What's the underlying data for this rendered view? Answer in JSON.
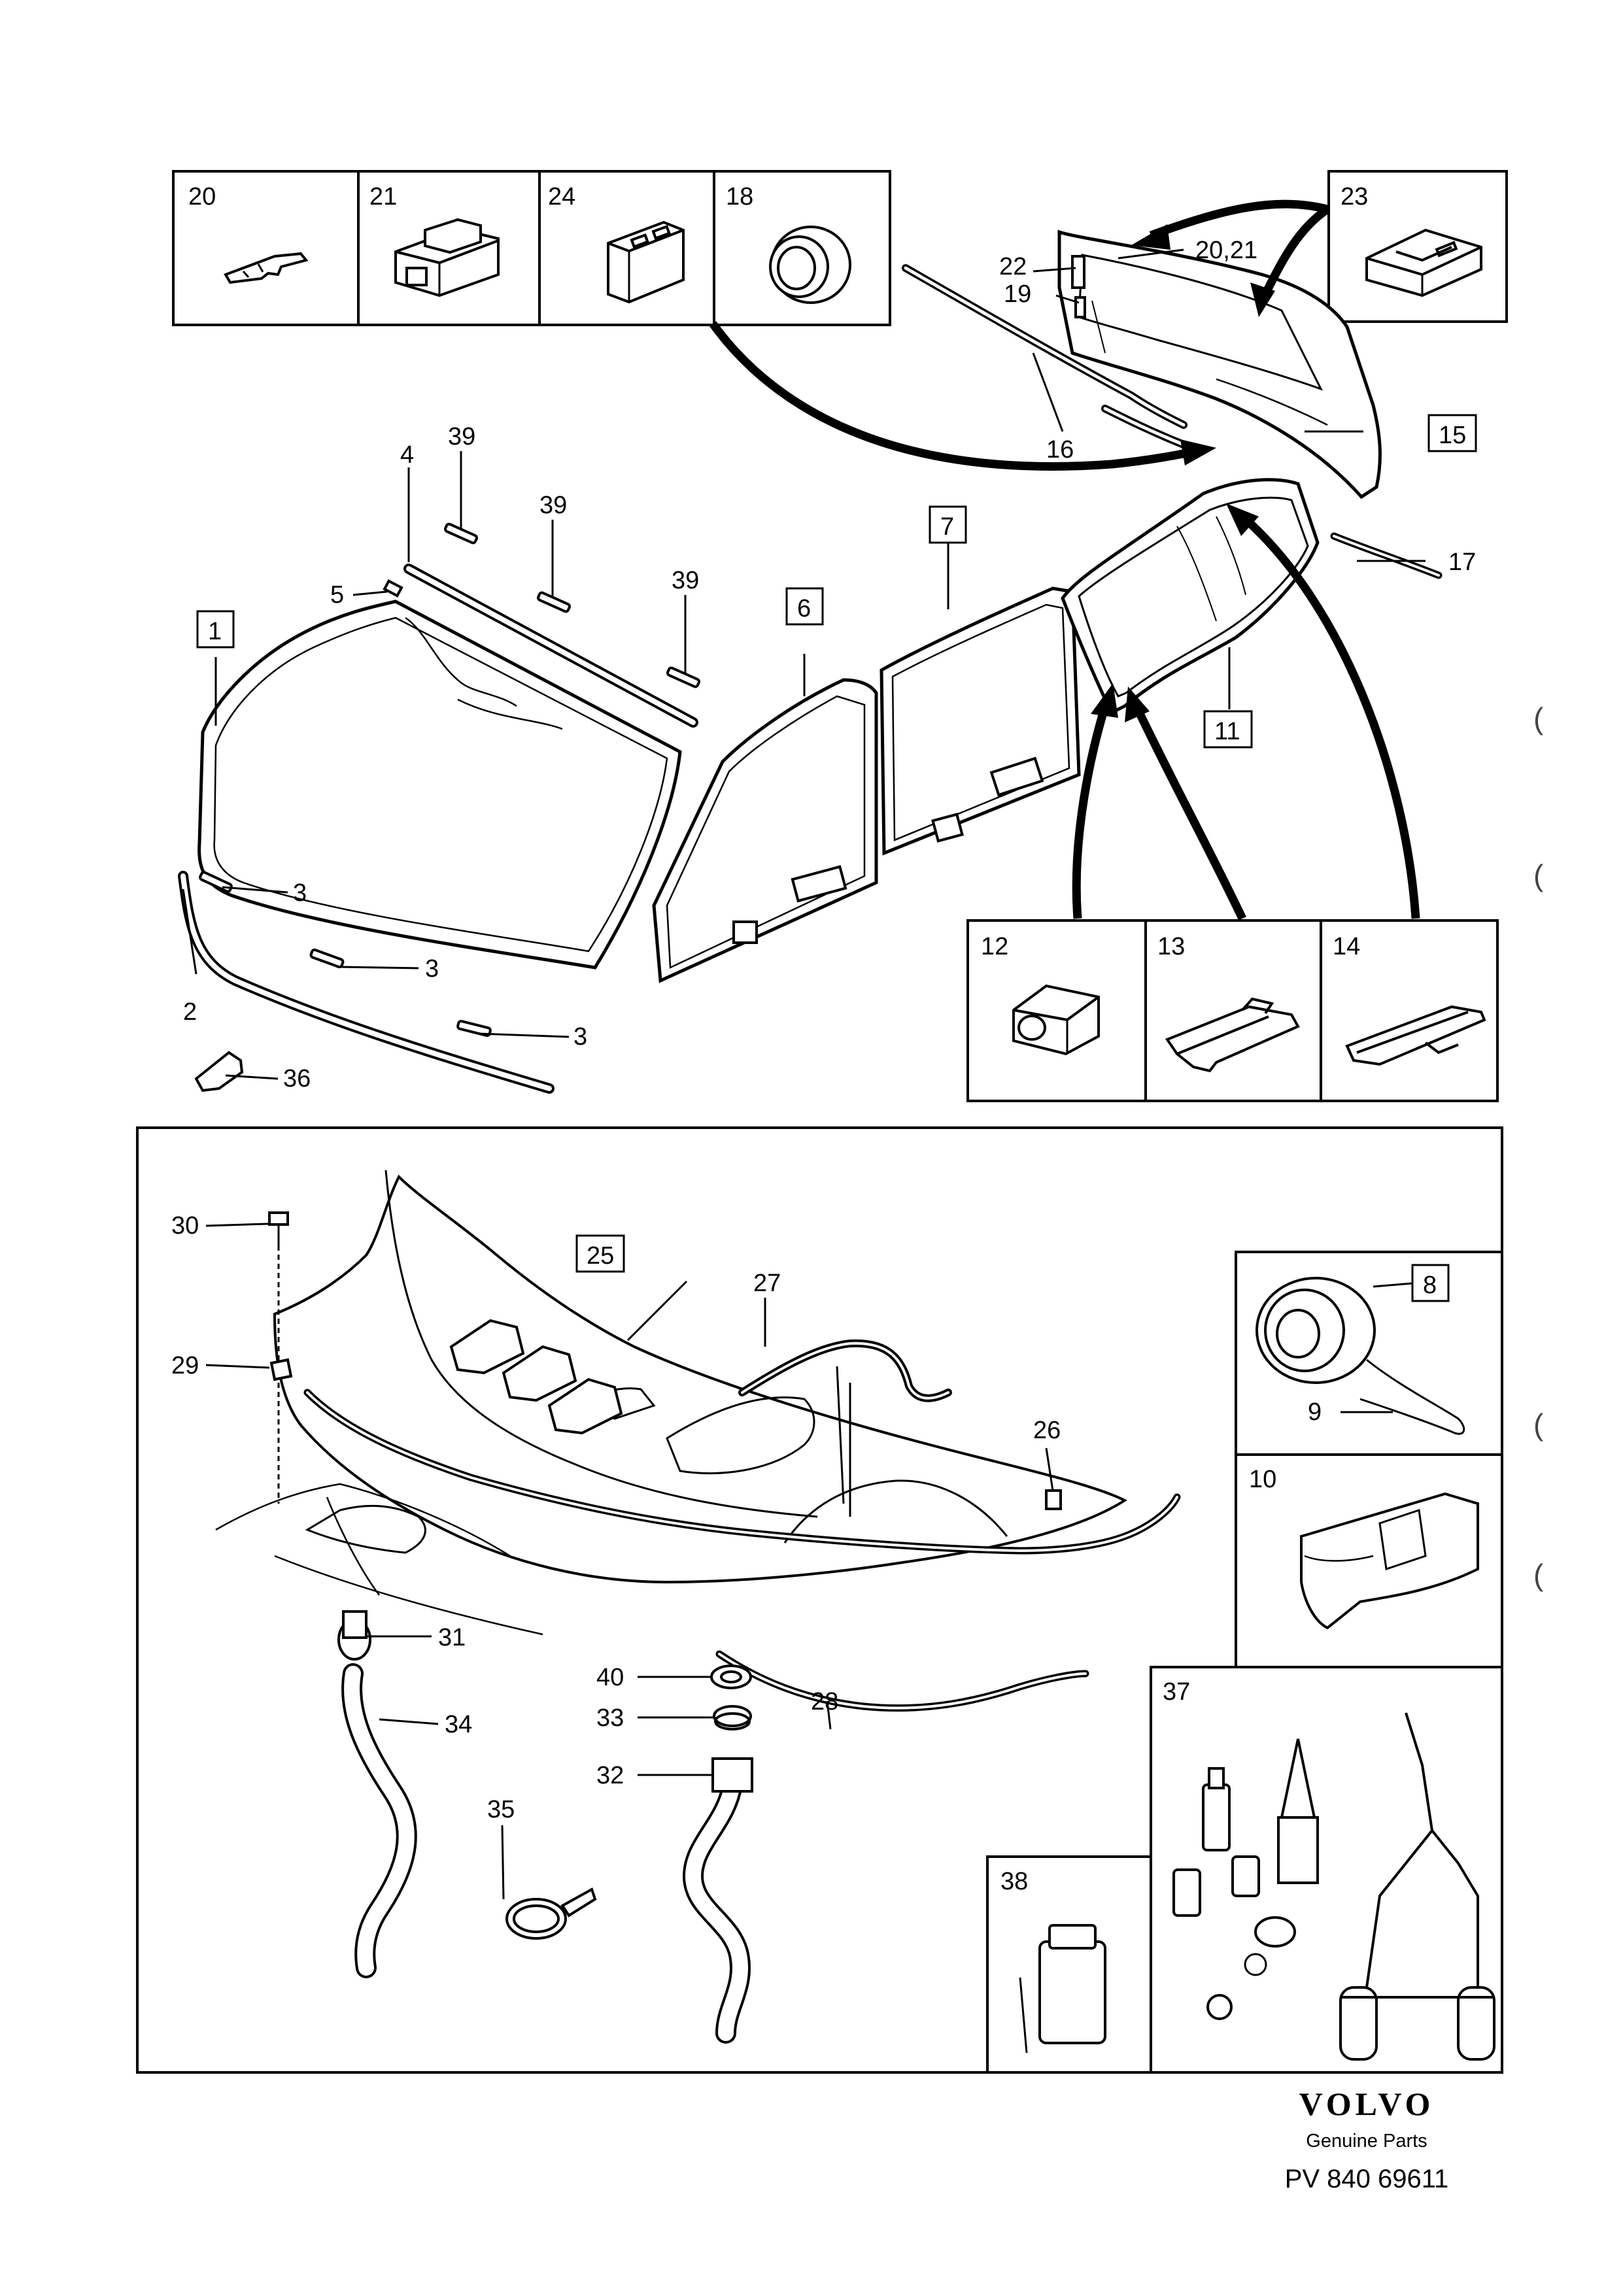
{
  "callouts": {
    "c1": "1",
    "c2": "2",
    "c3a": "3",
    "c3b": "3",
    "c3c": "3",
    "c4": "4",
    "c5": "5",
    "c6": "6",
    "c7": "7",
    "c8": "8",
    "c9": "9",
    "c10": "10",
    "c11": "11",
    "c12": "12",
    "c13": "13",
    "c14": "14",
    "c15": "15",
    "c16": "16",
    "c17": "17",
    "c18": "18",
    "c19": "19",
    "c20": "20",
    "c2021": "20,21",
    "c21": "21",
    "c22": "22",
    "c23": "23",
    "c24": "24",
    "c25": "25",
    "c26": "26",
    "c27": "27",
    "c28": "28",
    "c29": "29",
    "c30": "30",
    "c31": "31",
    "c32": "32",
    "c33": "33",
    "c34": "34",
    "c35": "35",
    "c36": "36",
    "c37": "37",
    "c38": "38",
    "c39a": "39",
    "c39b": "39",
    "c39c": "39",
    "c40": "40"
  },
  "brand": {
    "name": "VOLVO",
    "tagline": "Genuine Parts",
    "part_number": "PV 840 69611"
  },
  "edge_marks": [
    "(",
    "(",
    "(",
    "("
  ],
  "style": {
    "line_color": "#000000",
    "background": "#ffffff"
  }
}
